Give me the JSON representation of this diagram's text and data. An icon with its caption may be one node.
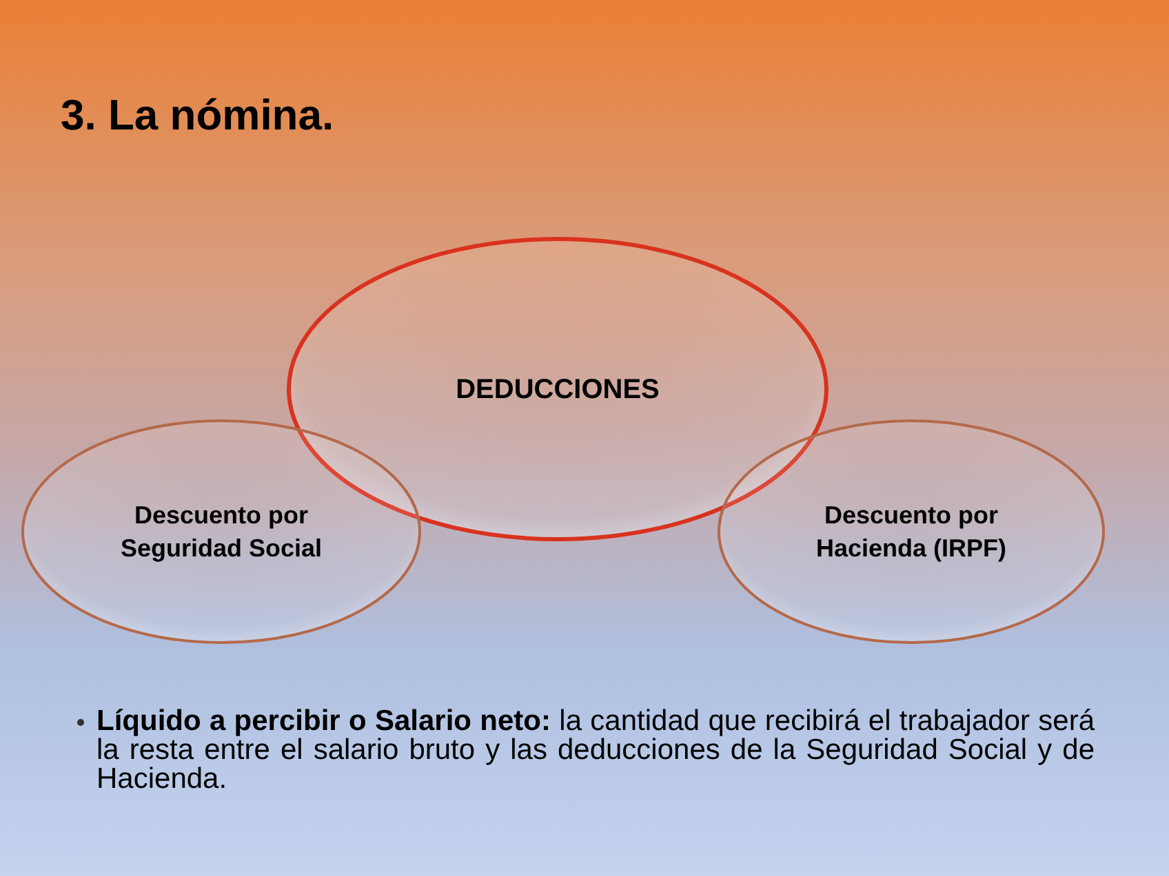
{
  "diagram": {
    "title": "3. La nómina.",
    "nodes": [
      {
        "text": [
          "DEDUCCIONES"
        ]
      },
      {
        "text": [
          "Descuento por Seguridad Social"
        ]
      },
      {
        "text": [
          "Descuento por Hacienda (IRPF)"
        ]
      }
    ],
    "labels": [
      "**Líquido a percibir o Salario neto:** la cantidad que recibirá el trabajador será la resta entre el salario bruto y las deducciones de la Seguridad Social y de Hacienda."
    ]
  }
}
